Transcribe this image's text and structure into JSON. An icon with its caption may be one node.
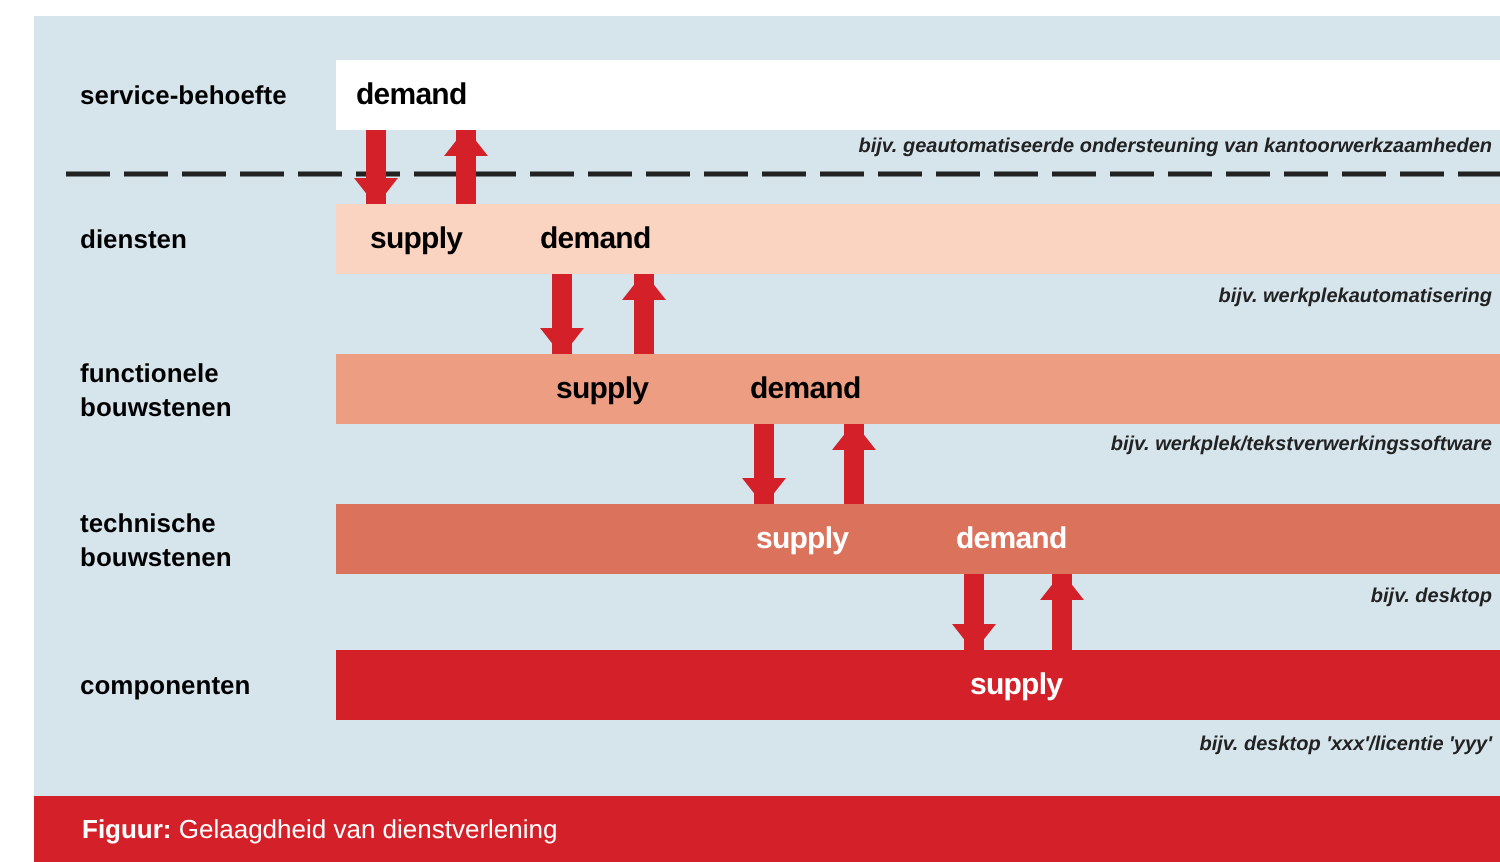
{
  "diagram": {
    "caption": "**Figuur:** Gelaagdheid van dienstverlening",
    "nodes": [
      {
        "text": [
          "demand"
        ]
      },
      {
        "text": [
          "supply",
          "demand"
        ]
      },
      {
        "text": [
          "supply",
          "demand"
        ]
      },
      {
        "text": [
          "supply",
          "demand"
        ]
      },
      {
        "text": [
          "supply"
        ]
      }
    ],
    "edges": [
      {
        "from": 0,
        "to": 1,
        "arrow": "to"
      },
      {
        "from": 1,
        "to": 0,
        "arrow": "to"
      },
      {
        "from": 1,
        "to": 2,
        "arrow": "to"
      },
      {
        "from": 2,
        "to": 1,
        "arrow": "to"
      },
      {
        "from": 2,
        "to": 3,
        "arrow": "to"
      },
      {
        "from": 3,
        "to": 2,
        "arrow": "to"
      },
      {
        "from": 3,
        "to": 4,
        "arrow": "to"
      },
      {
        "from": 4,
        "to": 3,
        "arrow": "to"
      }
    ],
    "labels": [
      "service-behoefte",
      "bijv. geautomatiseerde ondersteuning van kantoorwerkzaamheden",
      "diensten",
      "bijv. werkplekautomatisering",
      "functionele bouwstenen",
      "bijv. werkplek/tekstverwerkingssoftware",
      "technische bouwstenen",
      "bijv. desktop",
      "componenten",
      "bijv. desktop 'xxx'/licentie 'yyy'"
    ]
  }
}
